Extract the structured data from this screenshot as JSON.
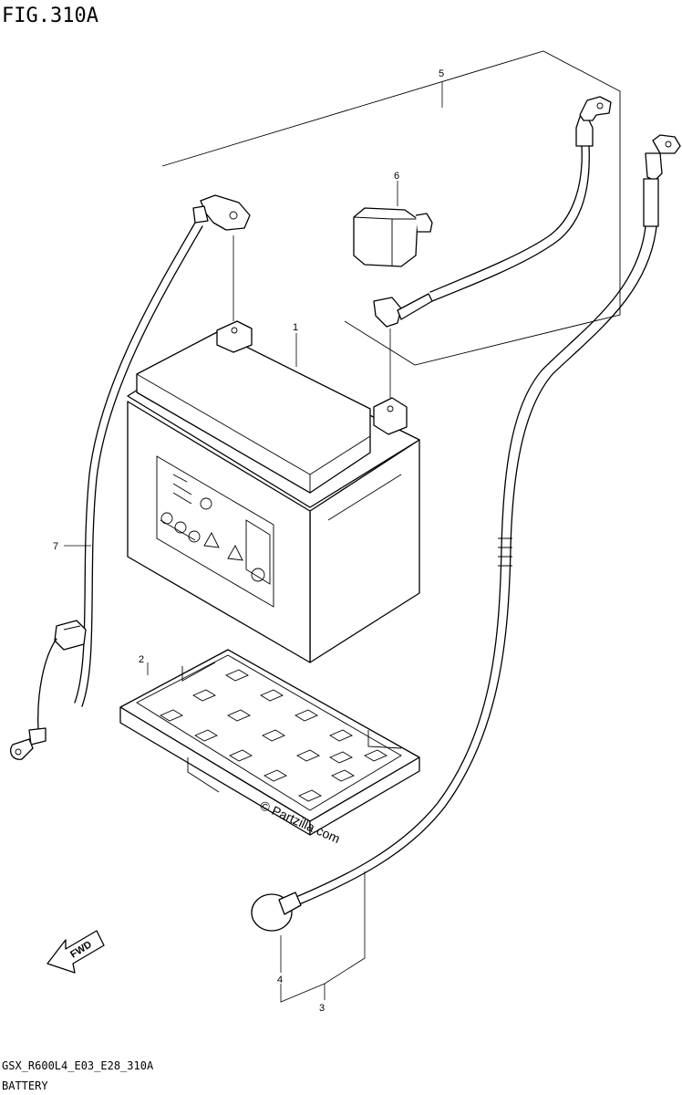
{
  "figure": {
    "title": "FIG.310A",
    "code": "GSX_R600L4_E03_E28_310A",
    "name": "BATTERY"
  },
  "callouts": [
    {
      "id": "1",
      "label": "1"
    },
    {
      "id": "2",
      "label": "2"
    },
    {
      "id": "3",
      "label": "3"
    },
    {
      "id": "4",
      "label": "4"
    },
    {
      "id": "5",
      "label": "5"
    },
    {
      "id": "6",
      "label": "6"
    },
    {
      "id": "7",
      "label": "7"
    }
  ],
  "direction_arrow": {
    "label": "FWD"
  },
  "watermark": "© Partzilla.com"
}
